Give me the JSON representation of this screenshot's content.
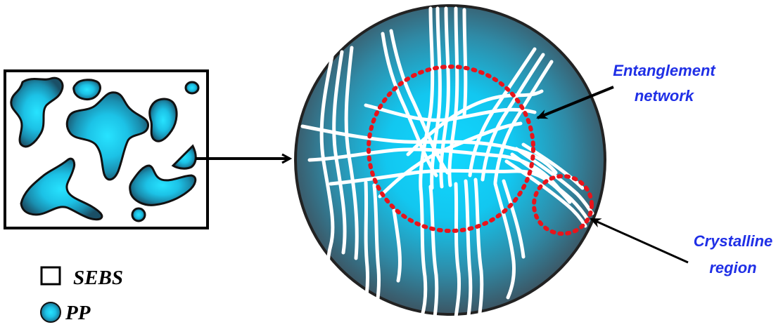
{
  "labels": {
    "entanglement_line1": "Entanglement",
    "entanglement_line2": "network",
    "crystalline_line1": "Crystalline",
    "crystalline_line2": "region"
  },
  "legend": {
    "sebs": "SEBS",
    "pp": "PP"
  },
  "colors": {
    "pp_fill_center": "#1fd6ff",
    "pp_fill_edge": "#1d5a72",
    "outline": "#000000",
    "highlight_dots": "#e8141b",
    "label_text": "#1f2fe6",
    "chains": "#ffffff"
  }
}
